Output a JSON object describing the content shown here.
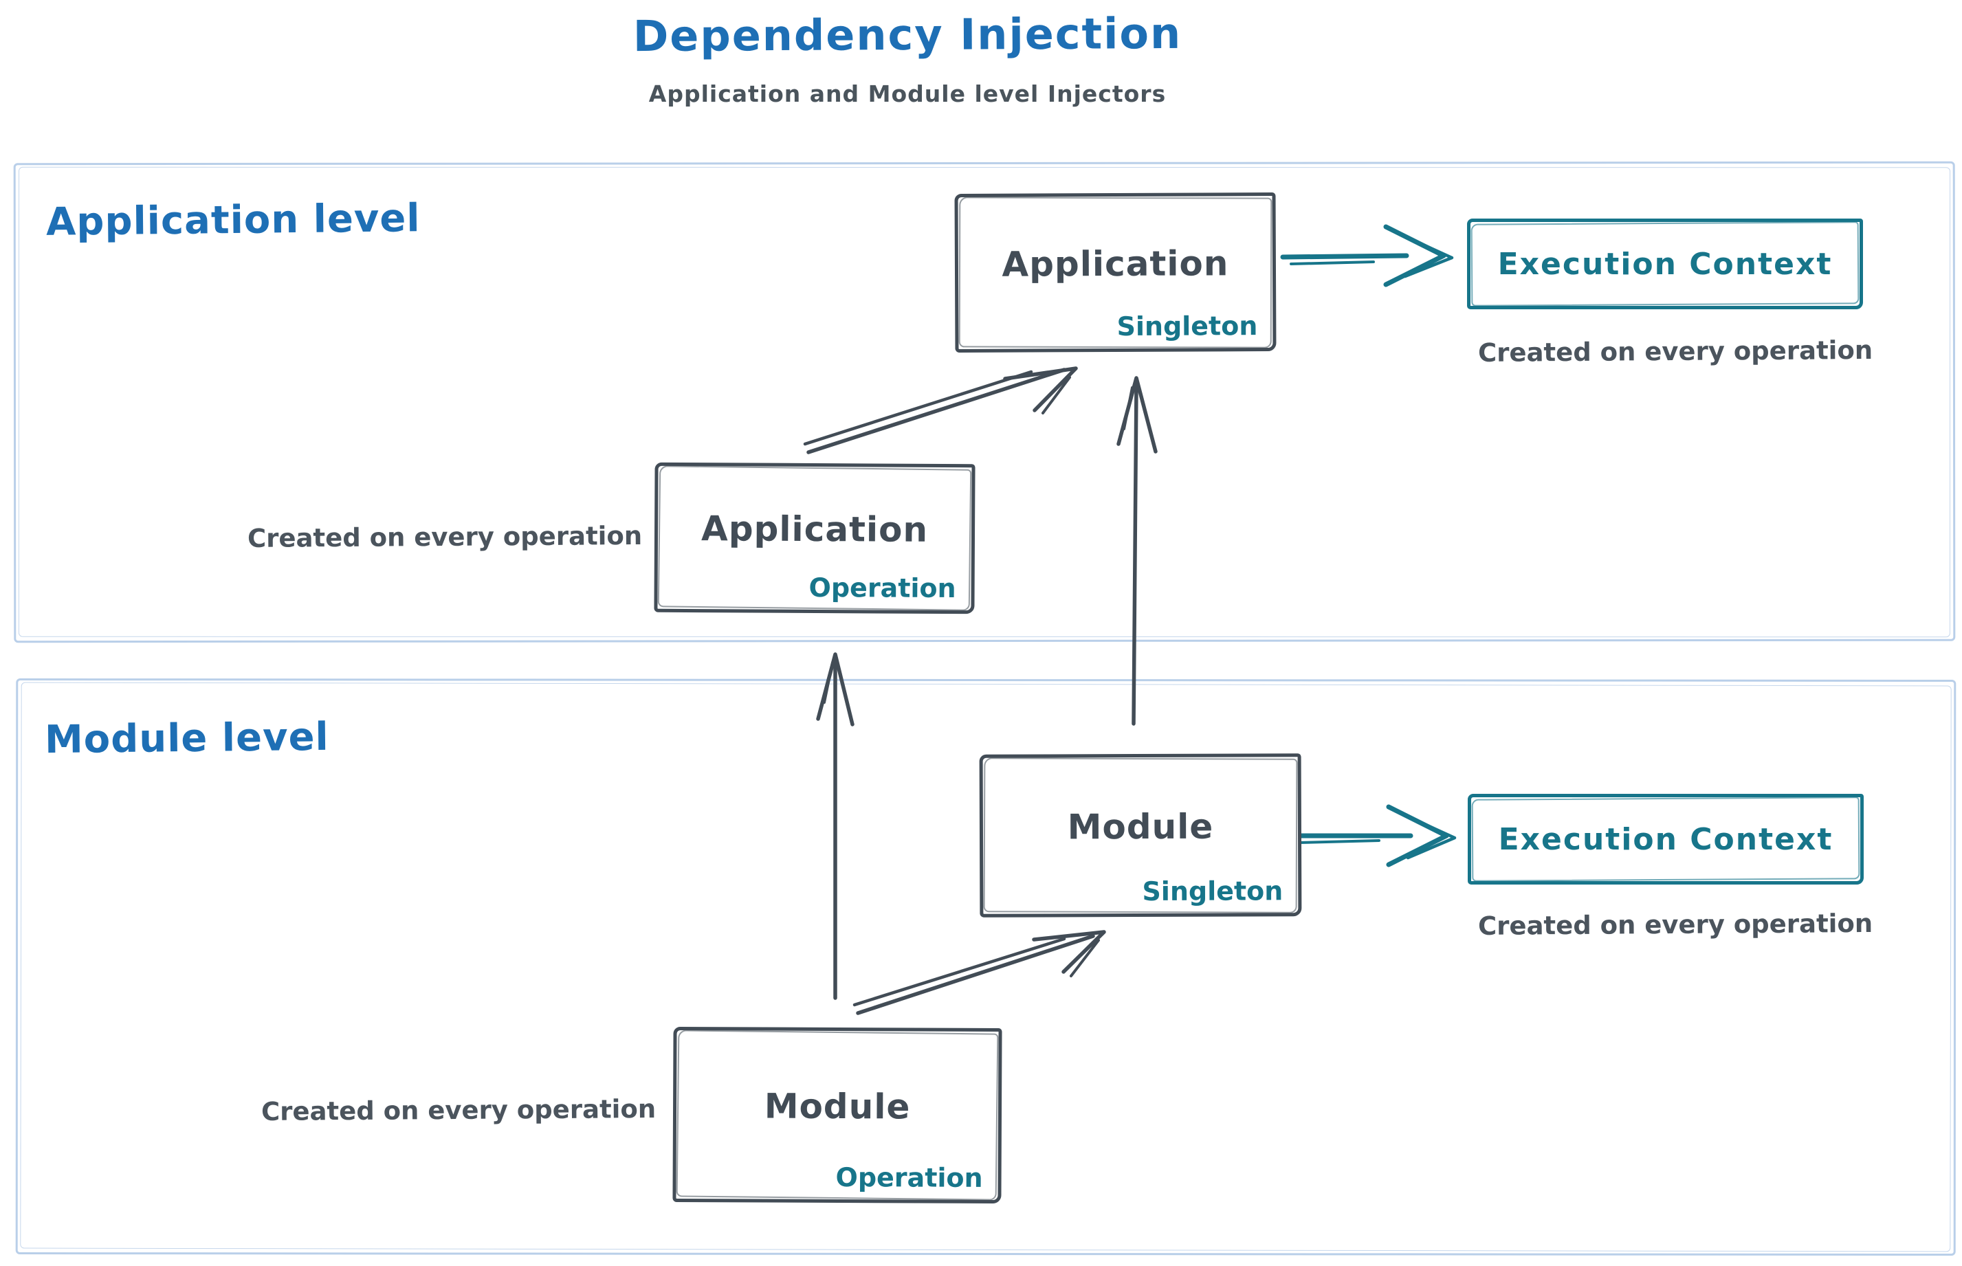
{
  "title": "Dependency Injection",
  "subtitle": "Application and Module level Injectors",
  "colors": {
    "title_blue": "#1e6fb5",
    "teal_accent": "#17758a",
    "dark_stroke": "#424c56",
    "caption_gray": "#4b545d",
    "panel_border_blue": "#b9cfe9"
  },
  "panels": [
    {
      "label": "Application level",
      "singleton_box": {
        "name": "Application",
        "scope": "Singleton"
      },
      "operation_box": {
        "name": "Application",
        "scope": "Operation"
      },
      "operation_caption": "Created on every operation",
      "execution_box": {
        "label": "Execution Context"
      },
      "execution_caption": "Created on every operation"
    },
    {
      "label": "Module level",
      "singleton_box": {
        "name": "Module",
        "scope": "Singleton"
      },
      "operation_box": {
        "name": "Module",
        "scope": "Operation"
      },
      "operation_caption": "Created on every operation",
      "execution_box": {
        "label": "Execution Context"
      },
      "execution_caption": "Created on every operation"
    }
  ],
  "connections": [
    {
      "from": "application-singleton",
      "to": "execution-context-application",
      "color": "#17758a"
    },
    {
      "from": "application-operation",
      "to": "application-singleton",
      "color": "#424c56"
    },
    {
      "from": "module-singleton",
      "to": "application-singleton",
      "color": "#424c56"
    },
    {
      "from": "module-operation",
      "to": "application-operation",
      "color": "#424c56"
    },
    {
      "from": "module-operation",
      "to": "module-singleton",
      "color": "#424c56"
    },
    {
      "from": "module-singleton",
      "to": "execution-context-module",
      "color": "#17758a"
    }
  ]
}
